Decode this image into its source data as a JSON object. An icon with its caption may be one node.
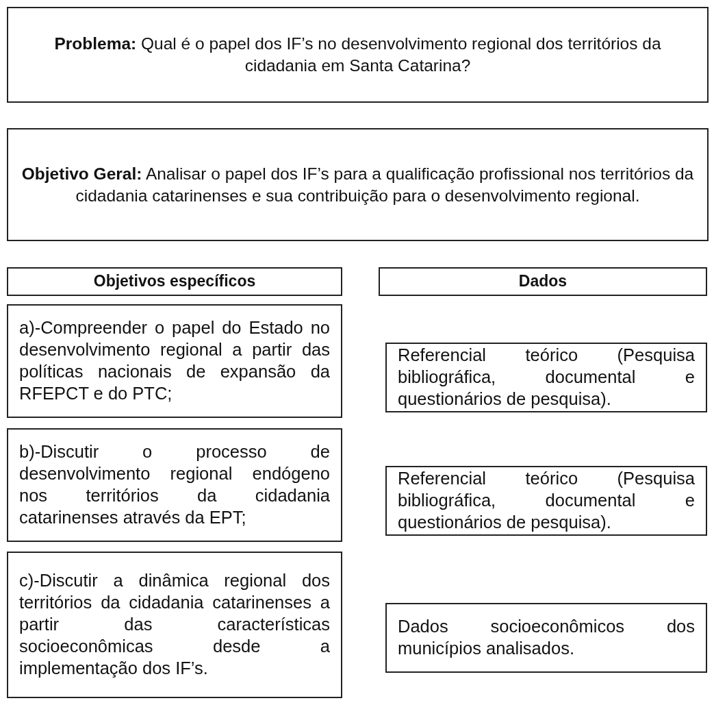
{
  "diagram": {
    "nodes": [
      {
        "text": [
          "**Problema:** Qual é o papel dos IF’s no desenvolvimento regional dos territórios da cidadania em Santa Catarina?"
        ]
      },
      {
        "text": [
          "**Objetivo Geral:** Analisar o papel dos IF’s para a qualificação profissional nos territórios da cidadania catarinenses e sua contribuição para o desenvolvimento regional."
        ]
      },
      {
        "text": [
          "Objetivos específicos"
        ]
      },
      {
        "text": [
          "Dados"
        ]
      },
      {
        "text": [
          "a)-Compreender o papel do Estado no desenvolvimento regional a partir das políticas nacionais de expansão da RFEPCT e do PTC;"
        ]
      },
      {
        "text": [
          "Referencial teórico (Pesquisa bibliográfica, documental e questionários de pesquisa)."
        ]
      },
      {
        "text": [
          "b)-Discutir o processo de desenvolvimento regional endógeno nos territórios da cidadania catarinenses através da EPT;"
        ]
      },
      {
        "text": [
          "Referencial teórico (Pesquisa bibliográfica, documental e questionários de pesquisa)."
        ]
      },
      {
        "text": [
          "c)-Discutir a dinâmica regional dos territórios da cidadania catarinenses a partir das características socioeconômicas desde a implementação dos IF’s."
        ]
      },
      {
        "text": [
          "Dados socioeconômicos dos municípios analisados."
        ]
      }
    ]
  }
}
